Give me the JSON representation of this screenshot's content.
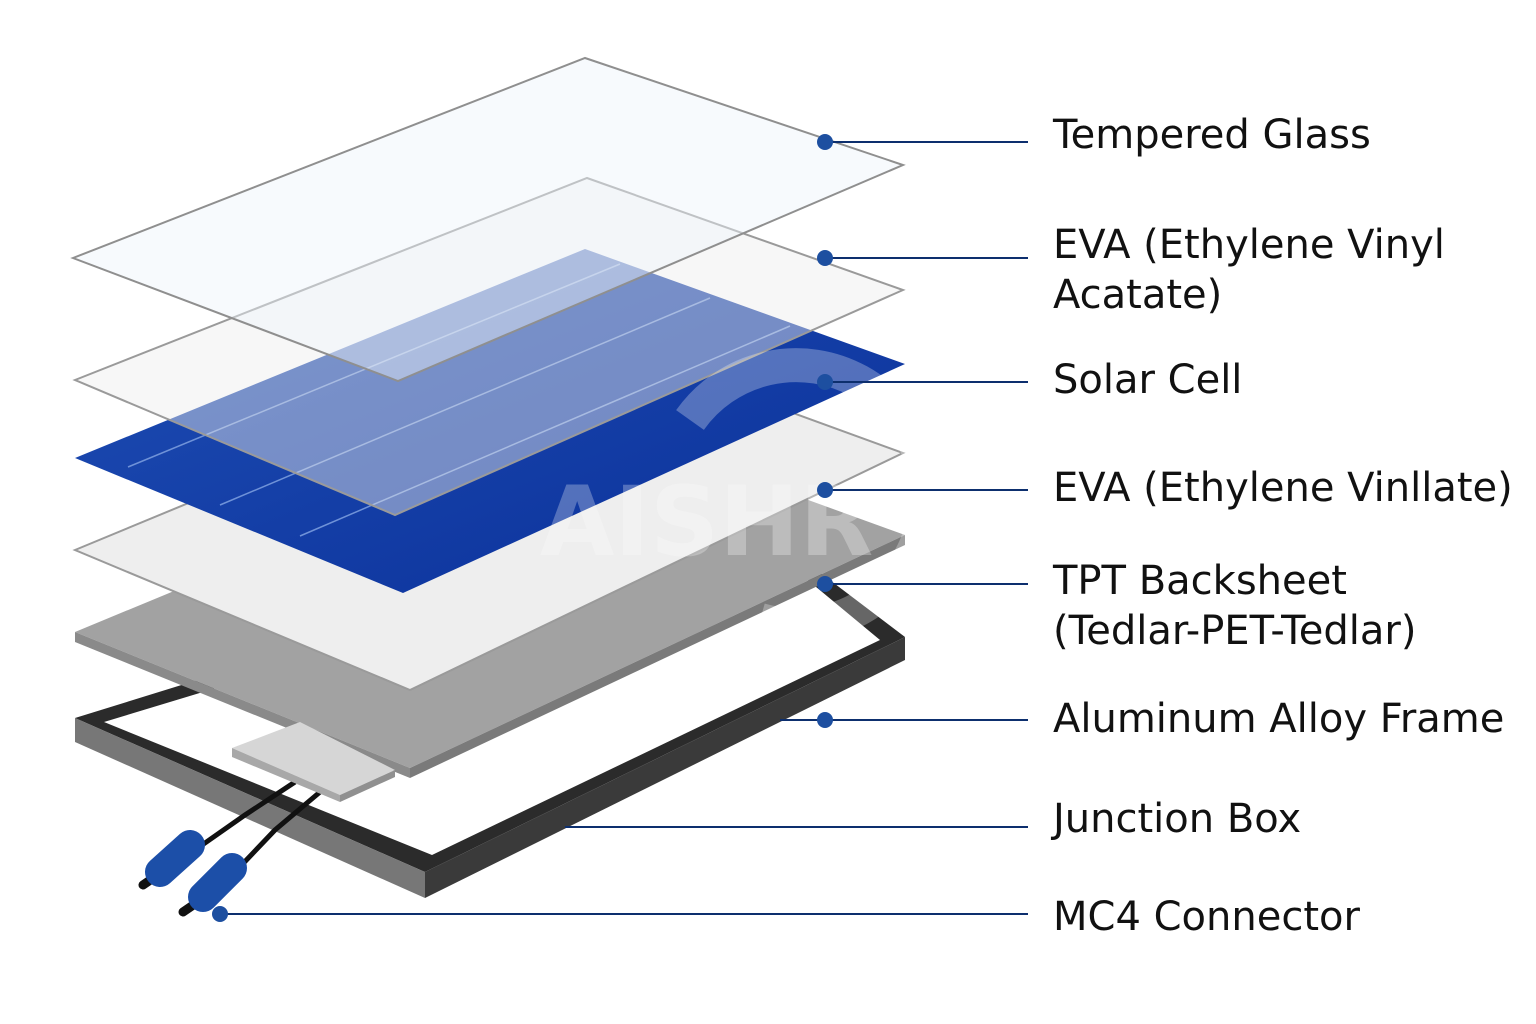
{
  "diagram": {
    "colors": {
      "glass_fill": "#eef5fa",
      "eva_fill": "#eeeeee",
      "cell_fill": "#0a33a0",
      "backsheet_fill": "#a2a2a2",
      "frame_fill": "#2b2b2b",
      "leader_line": "#0d2f6e",
      "dot": "#1d4fa0",
      "connector": "#1c4fa8"
    },
    "labels": {
      "tempered_glass": "Tempered Glass",
      "eva_top_line1": "EVA (Ethylene Vinyl",
      "eva_top_line2": "Acatate)",
      "solar_cell": "Solar Cell",
      "eva_bottom": "EVA (Ethylene Vinllate)",
      "tpt_line1": "TPT Backsheet",
      "tpt_line2": "(Tedlar-PET-Tedlar)",
      "aluminum_frame": "Aluminum Alloy Frame",
      "junction_box": "Junction Box",
      "mc4_connector": "MC4 Connector"
    },
    "watermark": "AISHR"
  }
}
